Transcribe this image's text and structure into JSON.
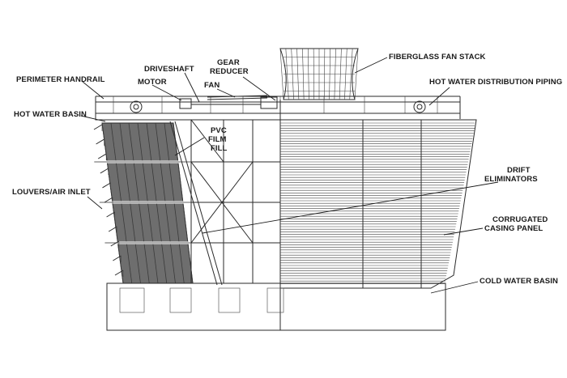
{
  "labels": {
    "perimeter_handrail": "PERIMETER HANDRAIL",
    "motor": "MOTOR",
    "driveshaft": "DRIVESHAFT",
    "gear_reducer_1": "GEAR",
    "gear_reducer_2": "REDUCER",
    "fan": "FAN",
    "fiberglass_fan_stack": "FIBERGLASS FAN STACK",
    "hot_water_distribution_piping": "HOT WATER DISTRIBUTION PIPING",
    "hot_water_basin": "HOT WATER BASIN",
    "pvc_film_fill_1": "PVC",
    "pvc_film_fill_2": "FILM",
    "pvc_film_fill_3": "FILL",
    "louvers_air_inlet": "LOUVERS/AIR INLET",
    "drift_eliminators_1": "DRIFT",
    "drift_eliminators_2": "ELIMINATORS",
    "corrugated_casing_panel_1": "CORRUGATED",
    "corrugated_casing_panel_2": "CASING PANEL",
    "cold_water_basin": "COLD WATER BASIN"
  },
  "colors": {
    "line": "#2a2a2a",
    "fill_panel": "#6e6e6e",
    "fill_panel_dark": "#555555",
    "background": "#ffffff"
  }
}
